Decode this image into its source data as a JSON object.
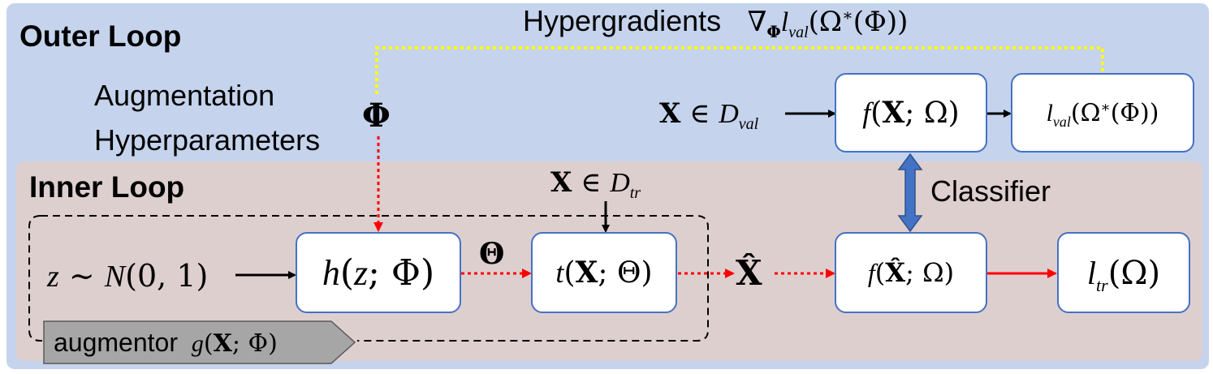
{
  "outer_loop": {
    "title": "Outer Loop"
  },
  "inner_loop": {
    "title": "Inner Loop"
  },
  "hypergradients": {
    "label": "Hypergradients",
    "formula": "∇Φ lval(Ω*(Φ))"
  },
  "augmentation_hyperparameters": {
    "line1": "Augmentation",
    "line2": "Hyperparameters",
    "symbol": "Φ"
  },
  "classifier": {
    "label": "Classifier"
  },
  "validation_input": {
    "text": "X ∈ Dval"
  },
  "training_input": {
    "text": "X ∈ Dtr"
  },
  "noise_input": {
    "text": "z ∼ N(0,1)"
  },
  "theta_label": {
    "text": "Θ"
  },
  "xhat_label": {
    "text": "X̂"
  },
  "boxes": {
    "h": "h(z; Φ)",
    "t": "t(X; Θ)",
    "f_val": "f(X; Ω)",
    "l_val": "lval(Ω*(Φ))",
    "f_tr": "f(X̂; Ω)",
    "l_tr": "ltr(Ω)"
  },
  "augmentor": {
    "label": "augmentor",
    "formula": "g(X; Φ)"
  },
  "colors": {
    "outer_bg": "#c5d3ec",
    "inner_bg": "#decfcf",
    "box_border": "#4472c4",
    "red_arrow": "#ff0000",
    "yellow_path": "#ffff00",
    "classifier_arrow": "#4472c4",
    "augmentor_tag": "#a6a6a6"
  }
}
